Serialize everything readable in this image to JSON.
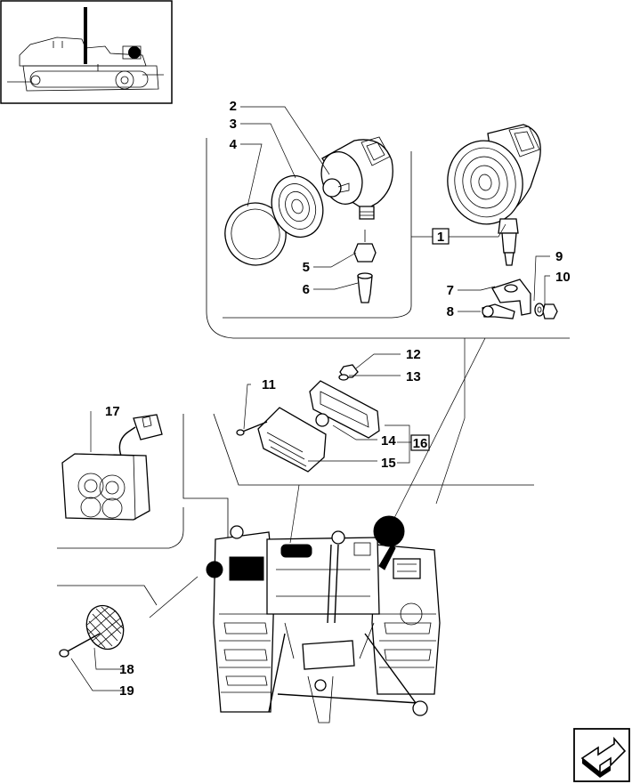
{
  "labels": {
    "l1": "1",
    "l2": "2",
    "l3": "3",
    "l4": "4",
    "l5": "5",
    "l6": "6",
    "l7": "7",
    "l8": "8",
    "l9": "9",
    "l10": "10",
    "l11": "11",
    "l12": "12",
    "l13": "13",
    "l14": "14",
    "l15": "15",
    "l16": "16",
    "l17": "17",
    "l18": "18",
    "l19": "19"
  },
  "icons": {
    "thumbnail": "tractor-thumbnail-icon",
    "nav": "next-page-arrow-icon"
  }
}
